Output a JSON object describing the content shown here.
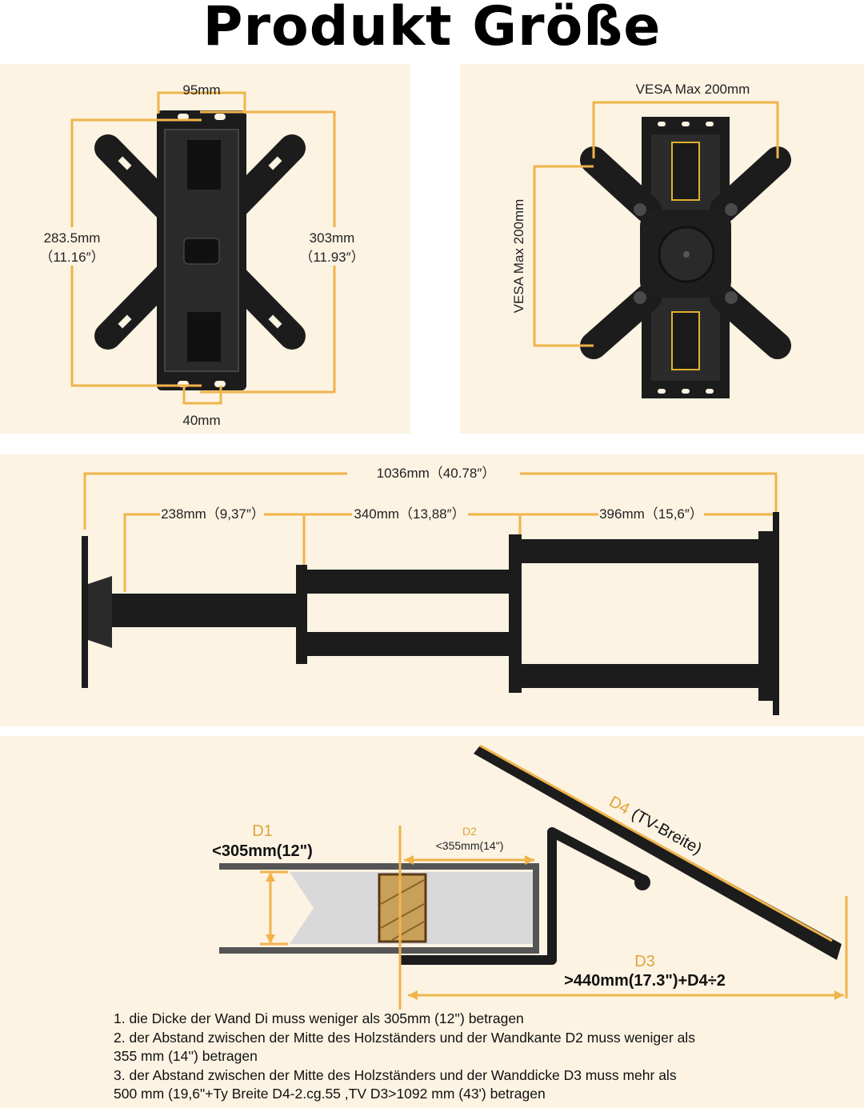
{
  "page": {
    "title": "Produkt Größe"
  },
  "panel_back": {
    "width_top": "95mm",
    "height_left_mm": "283.5mm",
    "height_left_in": "（11.16″）",
    "height_right_mm": "303mm",
    "height_right_in": "（11.93″）",
    "width_bottom": "40mm"
  },
  "panel_front": {
    "vesa_horizontal": "VESA Max 200mm",
    "vesa_vertical": "VESA Max 200mm"
  },
  "panel_side": {
    "total_length": "1036mm（40.78″）",
    "seg1": "238mm（9,37″）",
    "seg2": "340mm（13,88″）",
    "seg3": "396mm（15,6″）"
  },
  "panel_install": {
    "d1_label": "D1",
    "d1_value": "<305mm(12\")",
    "d2_label": "D2",
    "d2_value": "<355mm(14\")",
    "d3_label": "D3",
    "d3_value": ">440mm(17.3\")+D4÷2",
    "d4_label": "D4",
    "d4_text": "(TV-Breite)"
  },
  "notes": [
    "1. die Dicke der Wand Di muss weniger als 305mm (12'') betragen",
    "2. der Abstand zwischen der Mitte des Holzständers und der Wandkante D2 muss weniger als",
    "355 mm (14'') betragen",
    "3. der Abstand zwischen der Mitte des Holzständers und der Wanddicke D3 muss mehr als",
    "500 mm (19,6\"+Ty Breite D4-2.cg.55 ,TV D3>1092 mm (43') betragen"
  ],
  "colors": {
    "accent": "#f0b44a",
    "panel": "#fcf3e3",
    "metal": "#1c1c1c",
    "wall": "#d9d9d9",
    "stud": "#c9a05a"
  }
}
